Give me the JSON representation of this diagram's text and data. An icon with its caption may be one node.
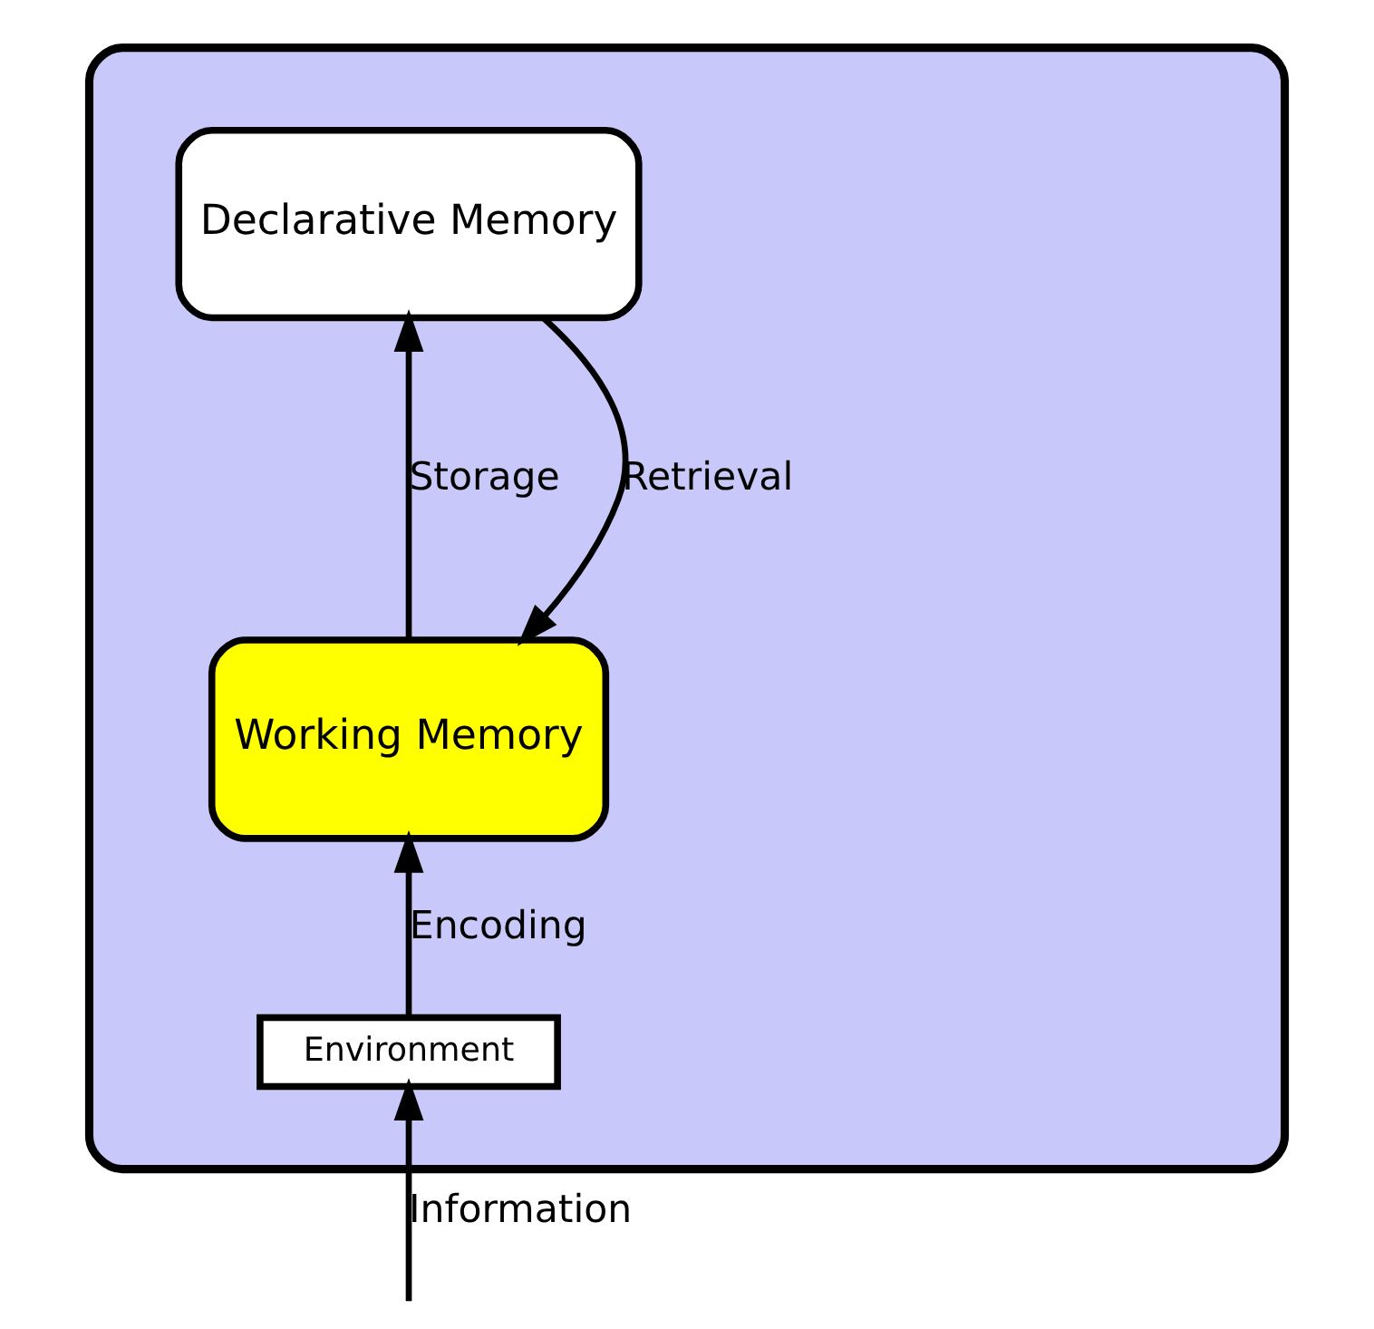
{
  "diagram": {
    "nodes": [
      {
        "text": [],
        "shape": "box"
      },
      {
        "text": [
          "Declarative Memory"
        ],
        "in": 0
      },
      {
        "text": [
          "Working Memory"
        ],
        "in": 0
      },
      {
        "text": [
          "Environment"
        ],
        "in": 0
      }
    ],
    "edges": [
      {
        "from": 1,
        "to": 2,
        "arrow": "to",
        "label": "Retrieval"
      },
      {
        "from": 2,
        "to": 1,
        "arrow": "to",
        "label": "Storage"
      },
      {
        "from": 3,
        "to": 2,
        "arrow": "to",
        "label": "Encoding"
      },
      {
        "from": null,
        "to": 3,
        "arrow": "to",
        "label": "Information"
      }
    ]
  }
}
